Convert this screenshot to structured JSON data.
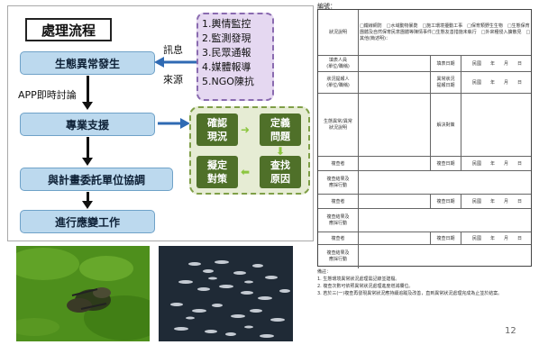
{
  "flowchart": {
    "title": "處理流程",
    "steps": [
      "生態異常發生",
      "專業支援",
      "與計畫委託單位協調",
      "進行應變工作"
    ],
    "side_label": "APP即時討論",
    "source_labels": [
      "訊息",
      "來源"
    ],
    "sources": [
      "1.輿情監控",
      "2.監測發現",
      "3.民眾通報",
      "4.媒體報導",
      "5.NGO陳抗"
    ],
    "support_actions": [
      "確認\n現況",
      "定義\n問題",
      "擬定\n對策",
      "查找\n原因"
    ]
  },
  "form": {
    "header_label": "編號：",
    "checkbox_text": "□鐵線網防　□水域動物暴斃　□施工環境擾動工事　□保育類野生生物　□生態保育團體及自然保育民意團體等陳情事件□生態友善措施未執行　□外來種侵入擴散見　□其他(簡述明)：",
    "rows": [
      {
        "label": "狀況說明",
        "cells": []
      },
      {
        "label": "填表人員\n(單位/職稱)",
        "cells": [
          "填表日期",
          "民國　　年　　月　　日"
        ]
      },
      {
        "label": "狀況提報人\n(單位/職稱)",
        "cells": [
          "異常狀況\n提報日期",
          "民國　　年　　月　　日"
        ]
      },
      {
        "label": "生態異常/異常\n狀況說明",
        "cells": [
          "解決對策"
        ]
      },
      {
        "label": "複查者",
        "cells": [
          "複查日期",
          "民國　　年　　月　　日"
        ]
      },
      {
        "label": "複查結果及\n應採行動",
        "cells": []
      },
      {
        "label": "複查者",
        "cells": [
          "複查日期",
          "民國　　年　　月　　日"
        ]
      },
      {
        "label": "複查結果及\n應採行動",
        "cells": []
      },
      {
        "label": "複查者",
        "cells": [
          "複查日期",
          "民國　　年　　月　　日"
        ]
      },
      {
        "label": "複查結果及\n應採行動",
        "cells": []
      }
    ],
    "notes_title": "備註：",
    "notes": [
      "1. 生態環境異常狀況處理需記錄並建檔。",
      "2. 複查次數可依照異常狀況處理進度增減欄位。",
      "3. 若於三(一)複查再發現異常狀況應持續追蹤及改善，直到異常狀況處理完成為止並於結案。"
    ]
  },
  "page_number": "12"
}
